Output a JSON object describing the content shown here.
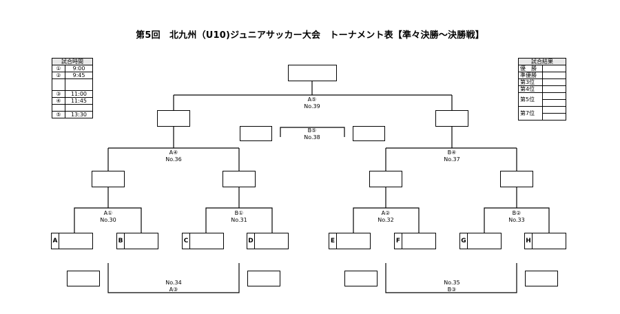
{
  "title": "第5回　北九州（U10)ジュニアサッカー大会　トーナメント表【準々決勝～決勝戦】",
  "schedule": {
    "header": "試合時間",
    "rows": [
      {
        "num": "①",
        "time": "9:00"
      },
      {
        "num": "②",
        "time": "9:45"
      },
      {
        "num": "",
        "time": ""
      },
      {
        "num": "③",
        "time": "11:00"
      },
      {
        "num": "④",
        "time": "11:45"
      },
      {
        "num": "",
        "time": ""
      },
      {
        "num": "⑤",
        "time": "13:30"
      }
    ]
  },
  "results": {
    "header": "試合結果",
    "rows": [
      "優　勝",
      "準優勝",
      "第3位",
      "第4位",
      "第5位",
      "第7位"
    ]
  },
  "teams": [
    "A",
    "B",
    "C",
    "D",
    "E",
    "F",
    "G",
    "H"
  ],
  "matches": {
    "final": {
      "code": "A⑤",
      "no": "No.39"
    },
    "third_place": {
      "code": "B⑤",
      "no": "No.38"
    },
    "semi_left": {
      "code": "A④",
      "no": "No.36"
    },
    "semi_right": {
      "code": "B④",
      "no": "No.37"
    },
    "qf1": {
      "code": "A①",
      "no": "No.30"
    },
    "qf2": {
      "code": "B①",
      "no": "No.31"
    },
    "qf3": {
      "code": "A②",
      "no": "No.32"
    },
    "qf4": {
      "code": "B②",
      "no": "No.33"
    },
    "cons_left": {
      "no": "No.34",
      "code": "A③"
    },
    "cons_right": {
      "no": "No.35",
      "code": "B③"
    }
  }
}
